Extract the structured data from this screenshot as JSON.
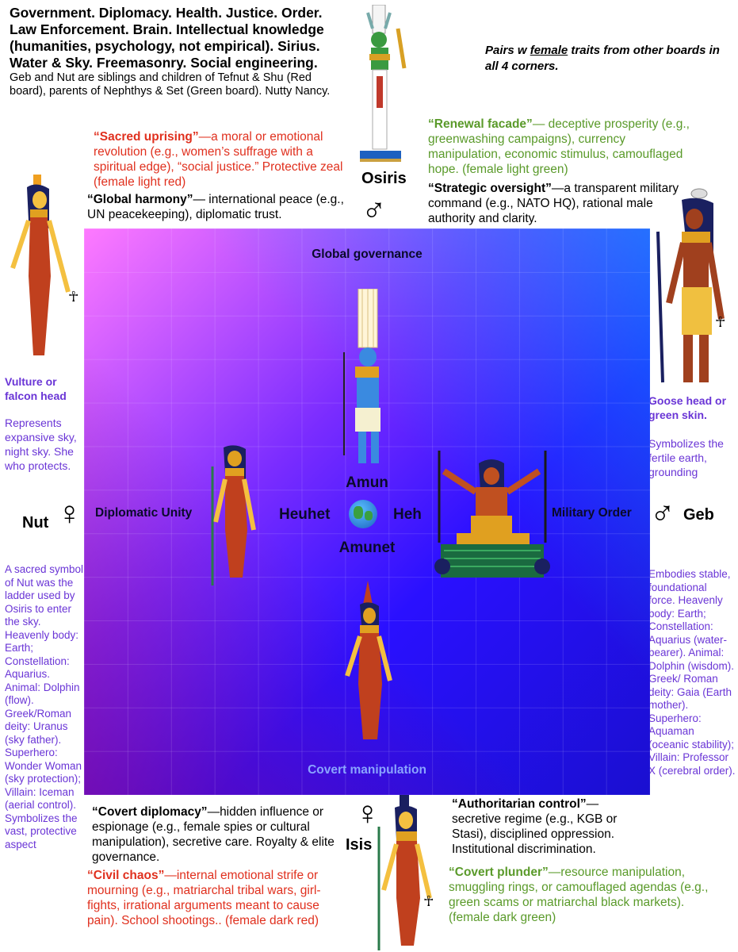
{
  "intro": {
    "bold": "Government. Diplomacy. Health. Justice. Order. Law Enforcement. Brain. Intellectual knowledge (humanities, psychology, not empirical). Sirius. Water & Sky. Freemasonry. Social engineering.",
    "text": "Geb and Nut are siblings and children of Tefnut & Shu (Red board), parents of Nephthys & Set (Green board). Nutty Nancy."
  },
  "note": {
    "prefix": "Pairs w ",
    "underlined": "female",
    "suffix": " traits from other boards in all 4 corners."
  },
  "quotes": {
    "sacred_uprising": {
      "title": "“Sacred uprising”",
      "text": "—a moral or emotional revolution (e.g., women’s suffrage with a spiritual edge), “social justice.” Protective zeal (female light red)"
    },
    "global_harmony": {
      "title": "“Global harmony”",
      "text": "— international peace (e.g., UN peacekeeping), diplomatic trust."
    },
    "renewal_facade": {
      "title": "“Renewal facade”",
      "text": "— deceptive prosperity (e.g., greenwashing campaigns), currency manipulation, economic stimulus, camouflaged hope. (female light green)"
    },
    "strategic_oversight": {
      "title": "“Strategic oversight”",
      "text": "—a transparent military command (e.g., NATO HQ), rational male authority and clarity."
    },
    "covert_diplomacy": {
      "title": "“Covert diplomacy”",
      "text": "—hidden influence or espionage (e.g., female spies or cultural manipulation), secretive care. Royalty & elite governance."
    },
    "civil_chaos": {
      "title": "“Civil chaos”",
      "text": "—internal emotional strife or mourning (e.g., matriarchal tribal wars, girl-fights, irrational arguments meant to cause pain). School shootings.. (female dark red)"
    },
    "authoritarian_control": {
      "title": "“Authoritarian control”",
      "text": "— secretive regime (e.g., KGB or Stasi), disciplined oppression. Institutional discrimination."
    },
    "covert_plunder": {
      "title": "“Covert plunder”",
      "text": "—resource manipulation, smuggling rings, or camouflaged agendas (e.g., green scams or matriarchal black markets). (female dark green)"
    }
  },
  "gods": {
    "osiris": {
      "name": "Osiris",
      "symbol": "♂"
    },
    "isis": {
      "name": "Isis",
      "symbol": "♀"
    },
    "nut": {
      "name": "Nut",
      "symbol": "♀"
    },
    "geb": {
      "name": "Geb",
      "symbol": "♂"
    }
  },
  "grid": {
    "top": "Global governance",
    "bottom": "Covert manipulation",
    "left": "Diplomatic Unity",
    "right": "Military Order",
    "center_top": "Amun",
    "center_bottom": "Amunet",
    "center_left": "Heuhet",
    "center_right": "Heh"
  },
  "nut_side": {
    "head": "Vulture or falcon head",
    "represents": "Represents expansive sky, night sky. She who protects.",
    "details": "A sacred symbol of Nut was the ladder used by Osiris to enter the sky. Heavenly body: Earth; Constellation: Aquarius. Animal: Dolphin (flow). Greek/Roman deity: Uranus (sky father). Superhero: Wonder Woman (sky protection); Villain: Iceman (aerial control). Symbolizes the vast, protective aspect"
  },
  "geb_side": {
    "head": "Goose head or green skin.",
    "symbolizes": "Symbolizes the fertile earth, grounding",
    "details": "Embodies stable, foundational force. Heavenly body: Earth; Constellation: Aquarius (water-bearer). Animal: Dolphin (wisdom). Greek/ Roman deity: Gaia (Earth mother). Superhero: Aquaman (oceanic stability); Villain: Professor X (cerebral order)."
  },
  "colors": {
    "red": "#e0301e",
    "green": "#5a9a2a",
    "purple": "#6a35d6"
  }
}
